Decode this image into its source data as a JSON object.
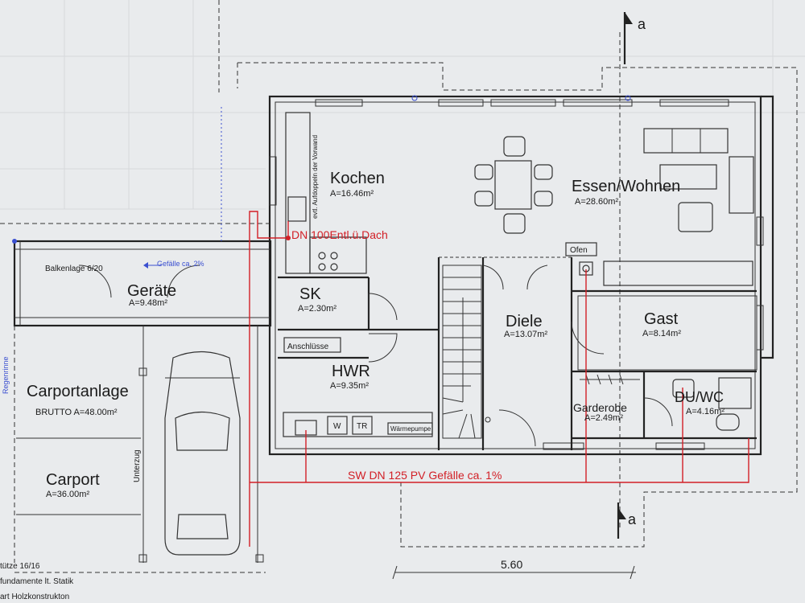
{
  "rooms": [
    {
      "name": "Kochen",
      "area": "A=16.46m²"
    },
    {
      "name": "Essen/Wohnen",
      "area": "A=28.60m²"
    },
    {
      "name": "Geräte",
      "area": "A=9.48m²"
    },
    {
      "name": "SK",
      "area": "A=2.30m²"
    },
    {
      "name": "Diele",
      "area": "A=13.07m²"
    },
    {
      "name": "Gast",
      "area": "A=8.14m²"
    },
    {
      "name": "HWR",
      "area": "A=9.35m²"
    },
    {
      "name": "Carportanlage",
      "area": "BRUTTO A=48.00m²"
    },
    {
      "name": "Carport",
      "area": "A=36.00m²"
    },
    {
      "name": "Garderobe",
      "area": "A=2.49m²"
    },
    {
      "name": "DU/WC",
      "area": "A=4.16m²"
    }
  ],
  "labels": {
    "ofen": "Ofen",
    "anschluesse": "Anschlüsse",
    "waermepumpe": "Wärmepumpe",
    "w": "W",
    "tr": "TR",
    "balkenlage": "Balkenlage 6/20",
    "gefaelle_roof": "Gefälle ca. 2%",
    "regenrinne": "Regenrinne",
    "unterzug": "Unterzug",
    "vorwand": "evtl. Aufdoppeln der Vorwand",
    "stuetze": "tütze 16/16",
    "fundamente": "fundamente lt. Statik",
    "holzkonstruktion": "art Holzkonstrukton",
    "section_top": "a",
    "section_bottom": "a",
    "dimension": "5.60"
  },
  "annotations": {
    "dn100": "DN 100Entl.ü.Dach",
    "sw_pipe": "SW DN 125 PV Gefälle ca. 1%"
  },
  "colors": {
    "wall": "#222222",
    "pipe": "#d21f26",
    "note_blue": "#3a4fd0",
    "background": "#e9ebed"
  }
}
